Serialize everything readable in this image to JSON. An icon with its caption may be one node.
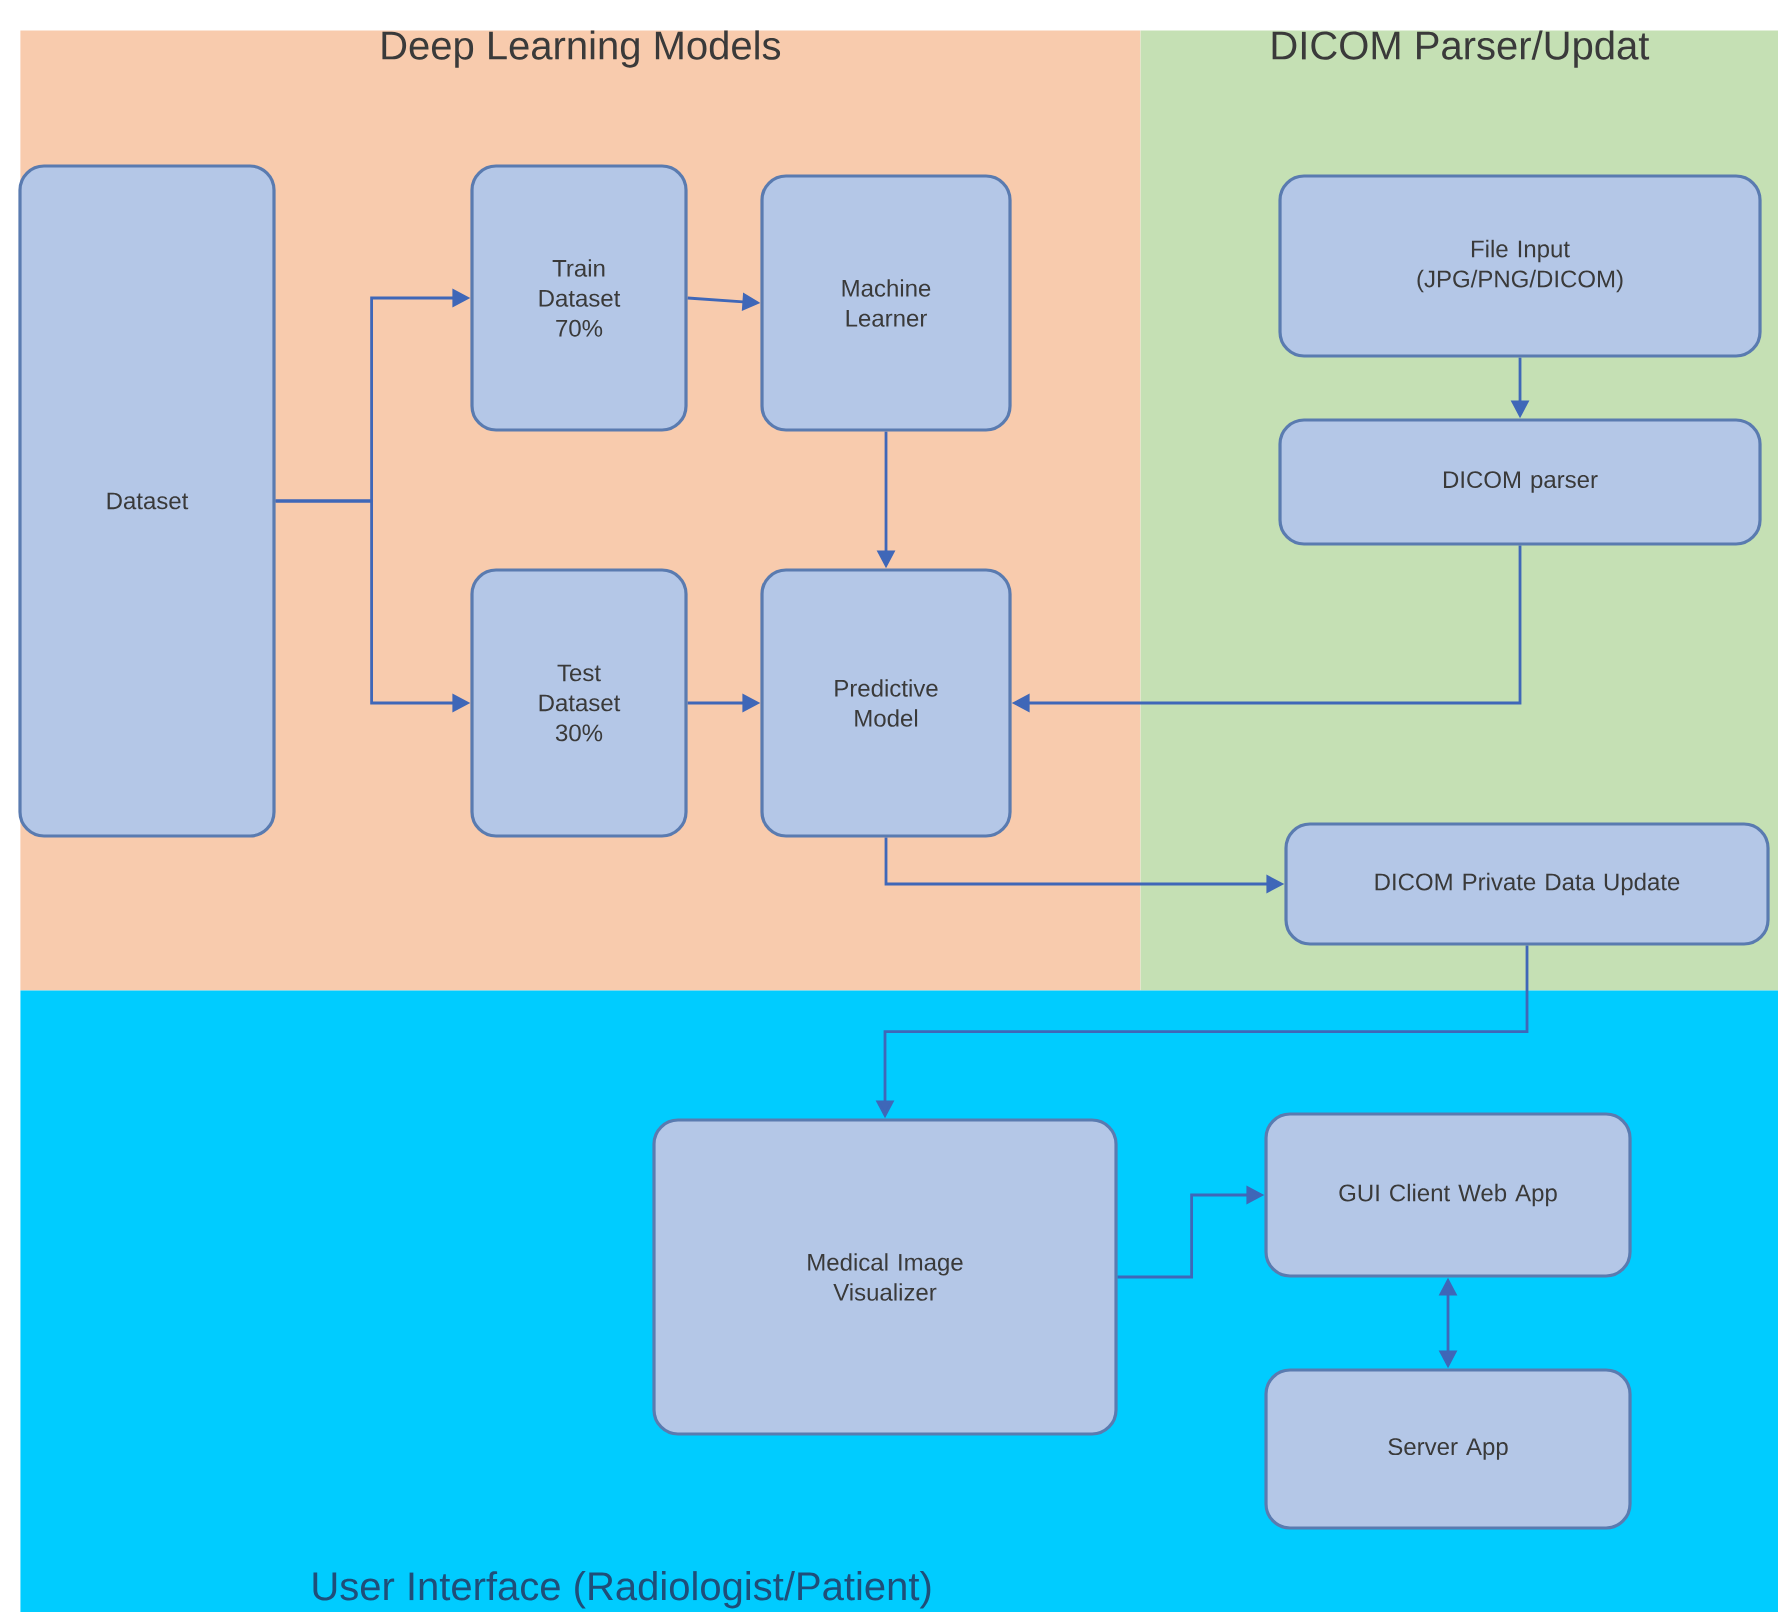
{
  "diagram": {
    "nodes": [
      {
        "text": [
          "Deep Learning Models"
        ]
      },
      {
        "text": [
          "DICOM Parser/Updat"
        ]
      },
      {
        "text": [
          "User Interface (Radiologist/Patient)"
        ]
      },
      {
        "text": [
          "Dataset"
        ],
        "in": 0
      },
      {
        "text": [
          "Train Dataset 70%"
        ],
        "in": 0
      },
      {
        "text": [
          "Machine Learner"
        ],
        "in": 0
      },
      {
        "text": [
          "Test Dataset 30%"
        ],
        "in": 0
      },
      {
        "text": [
          "Predictive Model"
        ],
        "in": 0
      },
      {
        "text": [
          "File Input (JPG/PNG/DICOM)"
        ],
        "in": 1
      },
      {
        "text": [
          "DICOM parser"
        ],
        "in": 1
      },
      {
        "text": [
          "DICOM Private Data Update"
        ],
        "in": 1
      },
      {
        "text": [
          "Medical Image Visualizer"
        ],
        "in": 2
      },
      {
        "text": [
          "GUI Client Web App"
        ],
        "in": 2
      },
      {
        "text": [
          "Server App"
        ],
        "in": 2
      }
    ],
    "edges": [
      {
        "from": 3,
        "to": 4,
        "arrow": "to"
      },
      {
        "from": 3,
        "to": 6,
        "arrow": "to"
      },
      {
        "from": 4,
        "to": 5,
        "arrow": "to"
      },
      {
        "from": 5,
        "to": 7,
        "arrow": "to"
      },
      {
        "from": 6,
        "to": 7,
        "arrow": "to"
      },
      {
        "from": 8,
        "to": 9,
        "arrow": "to"
      },
      {
        "from": 9,
        "to": 7,
        "arrow": "to"
      },
      {
        "from": 7,
        "to": 10,
        "arrow": "to"
      },
      {
        "from": 10,
        "to": 11,
        "arrow": "to"
      },
      {
        "from": 11,
        "to": 12,
        "arrow": "to"
      },
      {
        "from": 12,
        "to": 13,
        "arrow": "both"
      }
    ]
  }
}
